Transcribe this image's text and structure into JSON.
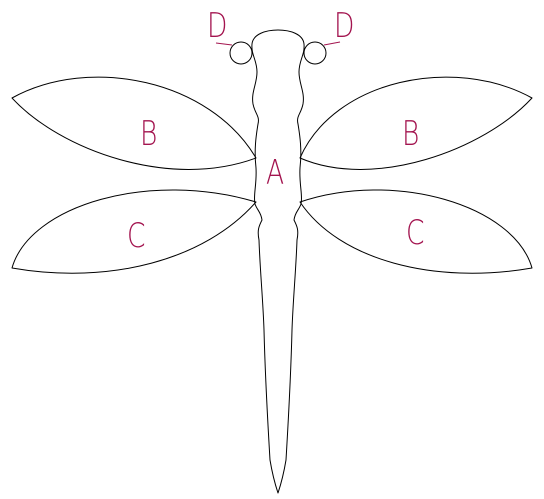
{
  "labels": {
    "a": "A",
    "b_left": "B",
    "b_right": "B",
    "c_left": "C",
    "c_right": "C",
    "d_left": "D",
    "d_right": "D"
  },
  "colors": {
    "outline": "#000000",
    "label": "#a3144f",
    "background": "#ffffff"
  }
}
